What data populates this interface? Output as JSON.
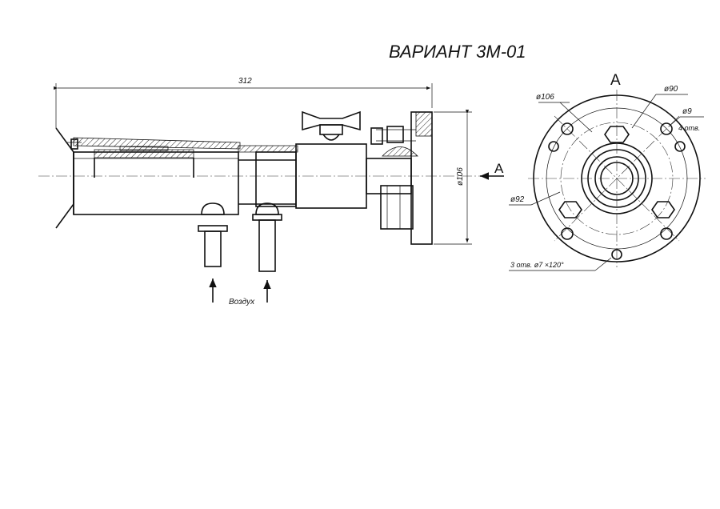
{
  "title": "ВАРИАНТ 3М-01",
  "view_label": "А",
  "section_arrow_label": "А",
  "dimensions": {
    "overall_length": "312",
    "flange_height": "ø106",
    "outer_dia": "ø106",
    "pitch_dia_90": "ø90",
    "hole_dia": "ø9",
    "hole_count": "4 отв.",
    "bolt_circle": "ø92",
    "small_holes": "3 отв. ø7 ×120°"
  },
  "air_label": "Воздух"
}
